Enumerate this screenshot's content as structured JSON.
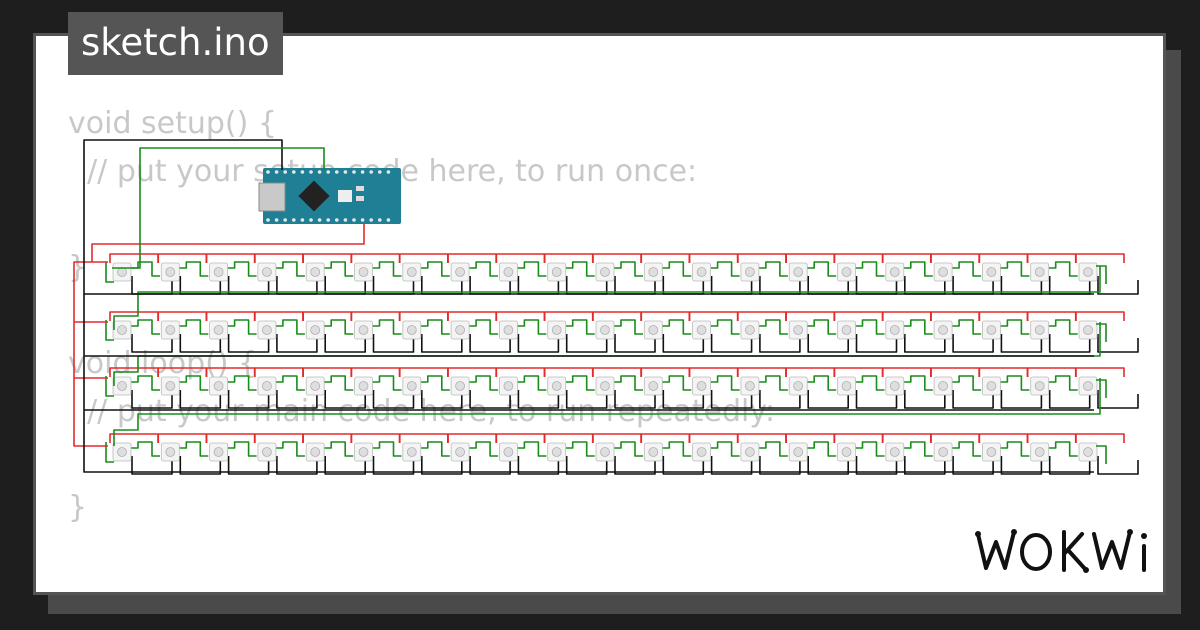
{
  "window": {
    "title": "sketch.ino"
  },
  "code": {
    "lines": [
      "void setup() {",
      "  // put your setup code here, to run once:",
      "",
      "}",
      "",
      "void loop() {",
      "  // put your main code here, to run repeatedly:",
      "",
      "}"
    ]
  },
  "circuit": {
    "board": "Arduino Nano",
    "led_rows": 4,
    "leds_per_row": 21,
    "wire_colors": {
      "power": "#e32b2b",
      "ground": "#111111",
      "data": "#1a8c1a"
    },
    "board_color": "#1f7f95"
  },
  "branding": {
    "logo": "WOKWI",
    "logo_icon": "wokwi-logo"
  },
  "colors": {
    "background": "#1e1e1e",
    "card": "#ffffff",
    "card_border": "#545454",
    "tab": "#555555",
    "code_text": "#c8c8c8"
  }
}
